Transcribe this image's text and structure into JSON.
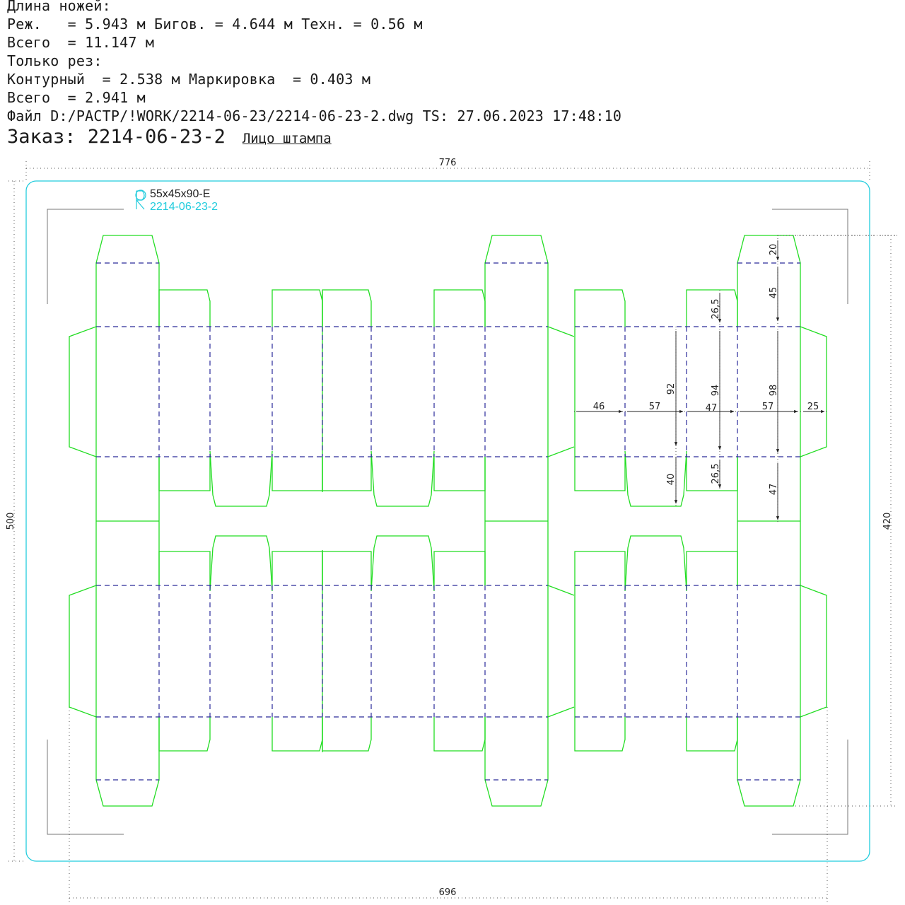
{
  "header": {
    "line1": "Длина ножей:",
    "line2": "Реж.   = 5.943 м Бигов. = 4.644 м Техн. = 0.56 м",
    "line3": "Всего  = 11.147 м",
    "line4": "Только рез:",
    "line5": "Контурный  = 2.538 м Маркировка  = 0.403 м",
    "line6": "Всего  = 2.941 м",
    "line7": "Файл D:/PACTP/!WORK/2214-06-23/2214-06-23-2.dwg TS: 27.06.2023 17:48:10",
    "order": "Заказ: 2214-06-23-2",
    "face": "Лицо штампа"
  },
  "stamp": {
    "size": "55x45x90-E",
    "code": "2214-06-23-2"
  },
  "dimensions": {
    "overall_width": "776",
    "overall_height": "500",
    "layout_width": "696",
    "layout_height": "420",
    "d20": "20",
    "d45": "45",
    "d26_top": "26,5",
    "d92": "92",
    "d94": "94",
    "d98": "98",
    "d46": "46",
    "d57a": "57",
    "d47a": "47",
    "d57b": "57",
    "d25": "25",
    "d40": "40",
    "d26_bot": "26,5",
    "d47b": "47"
  },
  "colors": {
    "cut": "#22dd22",
    "crease": "#2a2a99",
    "board": "#22ccdd",
    "marks": "#777777",
    "dimension": "#333333"
  }
}
